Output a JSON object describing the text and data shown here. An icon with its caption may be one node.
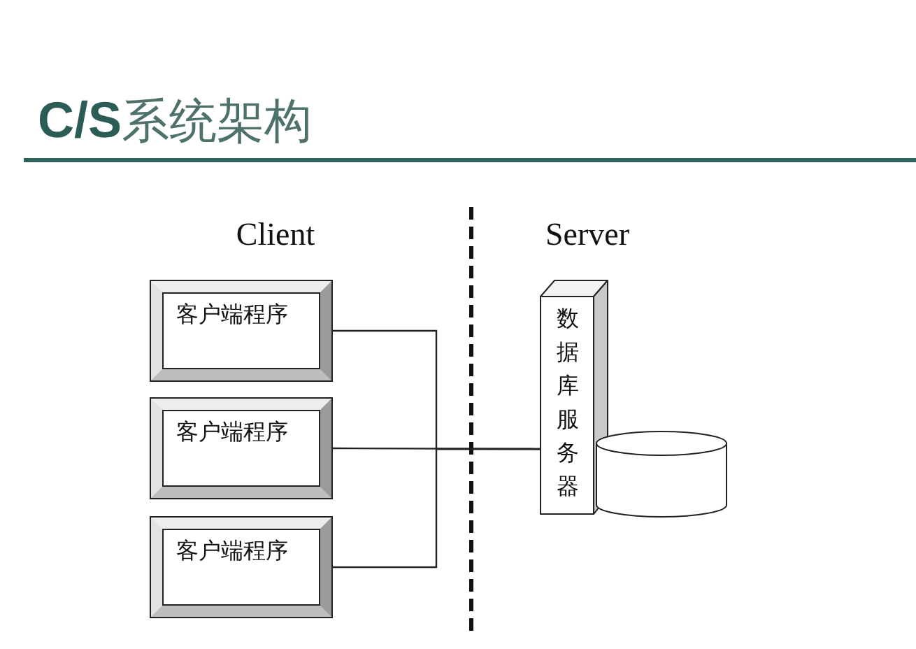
{
  "diagram": {
    "title": "**C/S**系统架构",
    "nodes": [
      {
        "text": [
          "客户端程序"
        ]
      },
      {
        "text": [
          "客户端程序"
        ]
      },
      {
        "text": [
          "客户端程序"
        ]
      },
      {
        "text": [
          "数据库服务器"
        ]
      },
      {
        "text": [],
        "shape": "cylinder"
      }
    ],
    "edges": [
      {
        "from": 0,
        "to": 3,
        "arrow": "none"
      },
      {
        "from": 1,
        "to": 3,
        "arrow": "none"
      },
      {
        "from": 2,
        "to": 3,
        "arrow": "none"
      }
    ],
    "labels": [
      "Client",
      "Server"
    ]
  }
}
